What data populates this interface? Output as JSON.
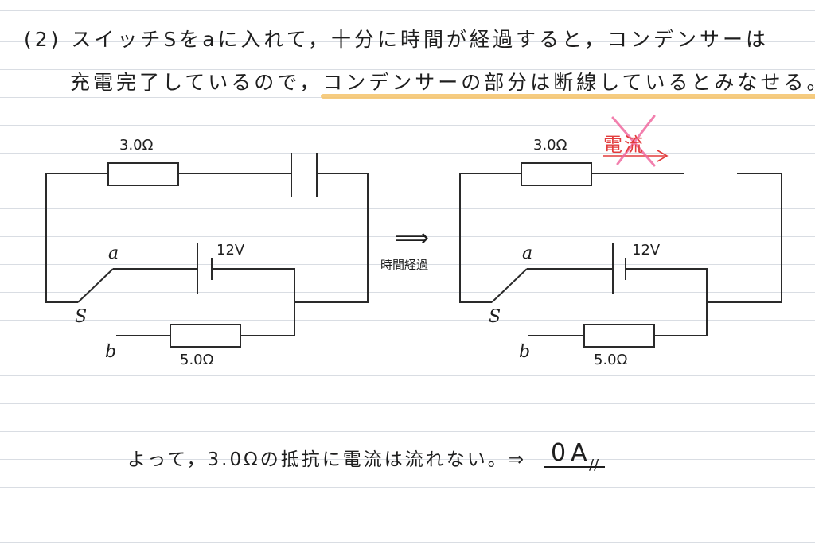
{
  "text": {
    "line1": "(2) スイッチSをaに入れて，十分に時間が経過すると，コンデンサーは",
    "line2_plain": "充電完了しているので，",
    "line2_highlight": "コンデンサーの部分は断線しているとみなせる。",
    "conclusion": "よって，3.0Ωの抵抗に電流は流れない。⇒",
    "answer": "0A",
    "answer_mark": "//"
  },
  "diagram_left": {
    "resistor_top_label": "3.0Ω",
    "battery_label": "12V",
    "resistor_bottom_label": "5.0Ω",
    "node_a": "a",
    "node_s": "S",
    "node_b": "b"
  },
  "transition": {
    "arrow": "⟹",
    "label": "時間経過"
  },
  "diagram_right": {
    "resistor_top_label": "3.0Ω",
    "current_label": "電流",
    "battery_label": "12V",
    "resistor_bottom_label": "5.0Ω",
    "node_a": "a",
    "node_s": "S",
    "node_b": "b"
  },
  "colors": {
    "highlight": "#f5c36a",
    "cross_out": "#f06aa0",
    "current_red": "#e23c3c"
  }
}
